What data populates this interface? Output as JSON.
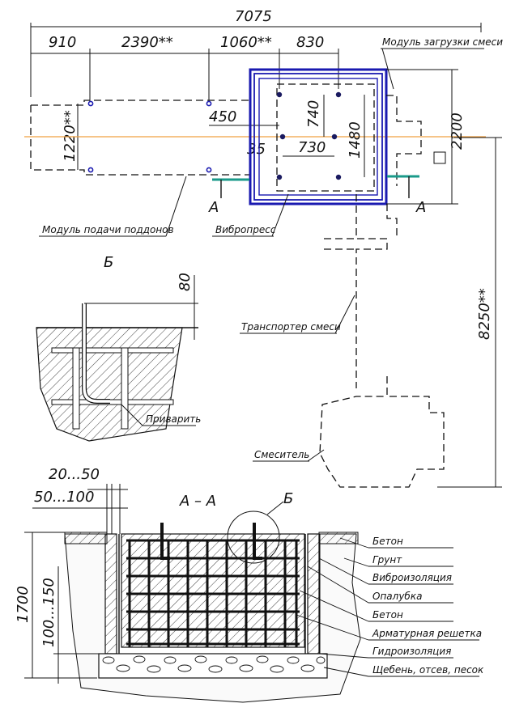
{
  "dims": {
    "total": "7075",
    "d910": "910",
    "d2390": "2390**",
    "d1060": "1060**",
    "d830": "830",
    "d1220": "1220**",
    "d450": "450",
    "d740": "740",
    "d1480": "1480",
    "d35": "35",
    "d730": "730",
    "d2200": "2200",
    "d8250": "8250**",
    "d80": "80",
    "d20_50": "20...50",
    "d50_100": "50...100",
    "d1700": "1700",
    "d100_150": "100...150"
  },
  "labels": {
    "module_loading": "Модуль загрузки смеси",
    "module_pallets": "Модуль подачи поддонов",
    "vibropress": "Вибропресс",
    "conveyor": "Транспортер смеси",
    "mixer": "Смеситель",
    "weld": "Приварить",
    "section_A_left": "А",
    "section_A_right": "А",
    "section_AA": "А – А",
    "view_B": "Б",
    "view_B_callout": "Б"
  },
  "legend": [
    "Бетон",
    "Грунт",
    "Виброизоляция",
    "Опалубка",
    "Бетон",
    "Арматурная решетка",
    "Гидроизоляция",
    "Щебень, отсев, песок"
  ],
  "colors": {
    "press_frame": "#1a1ab0",
    "axis_line": "#f0a040",
    "rail": "#1a9a8a"
  }
}
